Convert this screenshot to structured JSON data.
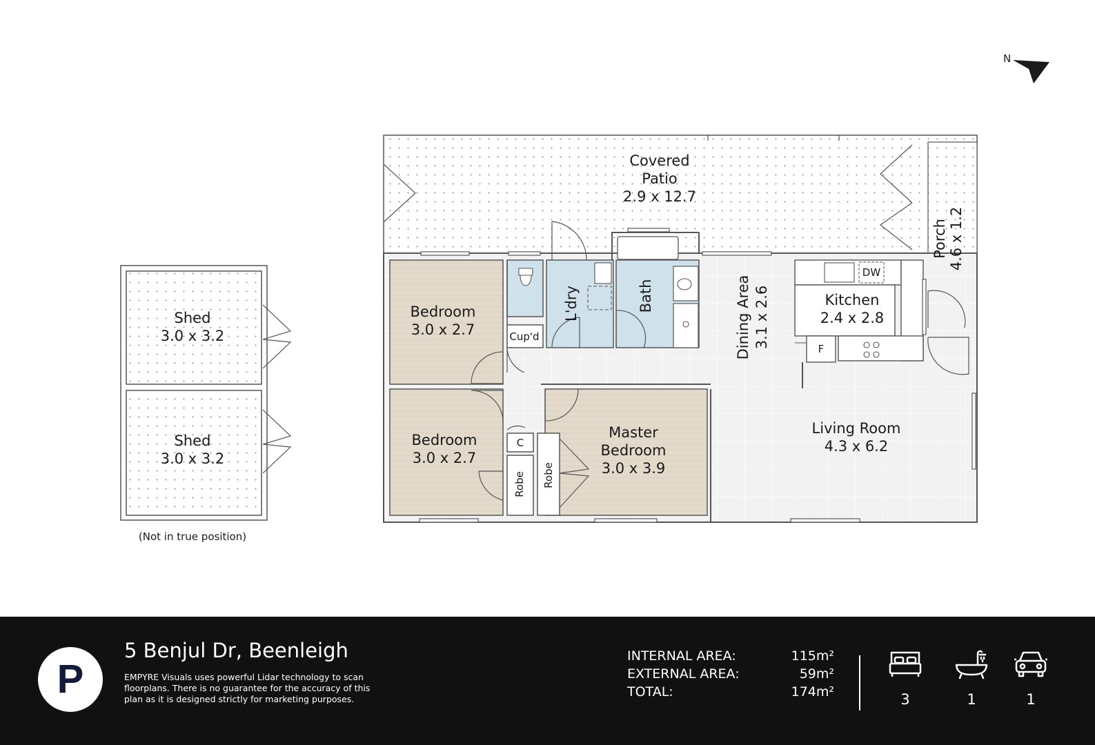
{
  "compass": {
    "label": "N"
  },
  "rooms": {
    "patio": {
      "name": "Covered",
      "name2": "Patio",
      "size": "2.9 x 12.7"
    },
    "porch": {
      "name": "Porch",
      "size": "4.6 x 1.2"
    },
    "shed1": {
      "name": "Shed",
      "size": "3.0 x 3.2"
    },
    "shed2": {
      "name": "Shed",
      "size": "3.0 x 3.2"
    },
    "bedroom1": {
      "name": "Bedroom",
      "size": "3.0 x 2.7"
    },
    "bedroom2": {
      "name": "Bedroom",
      "size": "3.0 x 2.7"
    },
    "master": {
      "name": "Master",
      "name2": "Bedroom",
      "size": "3.0 x 3.9"
    },
    "laundry": {
      "name": "L'dry"
    },
    "bath": {
      "name": "Bath"
    },
    "cupboard": {
      "name": "Cup'd"
    },
    "linen": {
      "name": "C"
    },
    "robe1": {
      "name": "Robe"
    },
    "robe2": {
      "name": "Robe"
    },
    "dining": {
      "name": "Dining Area",
      "size": "3.1 x 2.6"
    },
    "kitchen": {
      "name": "Kitchen",
      "size": "2.4 x 2.8"
    },
    "living": {
      "name": "Living Room",
      "size": "4.3 x 6.2"
    },
    "dishwasher": {
      "name": "DW"
    },
    "fridge": {
      "name": "F"
    }
  },
  "shed_note": "(Not in true position)",
  "footer": {
    "brand_letter": "P",
    "address": "5 Benjul Dr, Beenleigh",
    "disclaimer": "EMPYRE Visuals uses powerful Lidar technology to scan floorplans. There is no guarantee for the accuracy of this plan as it is designed strictly for marketing purposes.",
    "areas": [
      {
        "label": "INTERNAL AREA:",
        "value": "115m²"
      },
      {
        "label": "EXTERNAL AREA:",
        "value": "59m²"
      },
      {
        "label": "TOTAL:",
        "value": "174m²"
      }
    ],
    "features": [
      {
        "icon": "bed-icon",
        "count": "3"
      },
      {
        "icon": "bath-icon",
        "count": "1"
      },
      {
        "icon": "car-icon",
        "count": "1"
      }
    ]
  },
  "colors": {
    "bedroom_fill": "#e4dbcd",
    "wet_fill": "#cfe2ec",
    "floor_fill": "#f3f3f3",
    "wall": "#555555",
    "footer_bg": "#111111"
  }
}
